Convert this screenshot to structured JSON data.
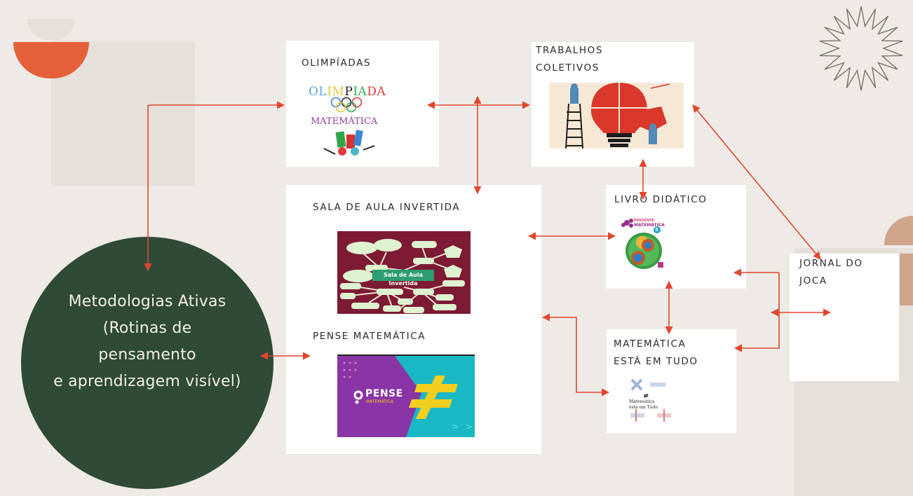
{
  "diagram": {
    "central_node": {
      "label": "Metodologias Ativas\n(Rotinas de\npensamento\ne aprendizagem visível)",
      "color": "#2f4a36"
    },
    "nodes": [
      {
        "id": "olimpiadas",
        "title": "OLIMPÍADAS",
        "image": {
          "line1": "OLIMPIADA",
          "line2": "MATEMÁTICA",
          "icon": "olympic-rings"
        }
      },
      {
        "id": "trabalhos_coletivos",
        "title": "TRABALHOS\nCOLETIVOS",
        "image": {
          "icon": "puzzle-lightbulb"
        }
      },
      {
        "id": "sala_aula_invertida",
        "title": "SALA DE AULA INVERTIDA",
        "image": {
          "center_label": "Sala de Aula Invertida",
          "icon": "mind-map"
        }
      },
      {
        "id": "pense_matematica",
        "title": "PENSE MATEMÁTICA",
        "image": {
          "brand": "PENSE",
          "sub": "MATEMÁTICA",
          "symbol": "≠",
          "nav": "> >"
        }
      },
      {
        "id": "livro_didatico",
        "title": "LIVRO DIDÁTICO",
        "image": {
          "brand": "PRESENTE",
          "sub": "MATEMÁTICA",
          "volume": "5"
        }
      },
      {
        "id": "matematica_esta_em_tudo",
        "title": "MATEMÁTICA\nESTÁ EM TUDO",
        "image": {
          "caption": "Matemática\nestá em Tudo",
          "symbol": "≠"
        }
      },
      {
        "id": "jornal_do_joca",
        "title": "JORNAL DO\nJOCA"
      }
    ],
    "connections": [
      {
        "from": "metodologias_ativas",
        "to": "olimpiadas",
        "type": "elbow"
      },
      {
        "from": "olimpiadas",
        "to": "trabalhos_coletivos",
        "type": "bidirectional"
      },
      {
        "from": "olimpiadas",
        "to": "sala_aula_invertida",
        "type": "bidirectional"
      },
      {
        "from": "trabalhos_coletivos",
        "to": "livro_didatico",
        "type": "bidirectional"
      },
      {
        "from": "trabalhos_coletivos",
        "to": "jornal_do_joca",
        "type": "bidirectional"
      },
      {
        "from": "sala_aula_invertida",
        "to": "livro_didatico",
        "type": "bidirectional"
      },
      {
        "from": "pense_matematica",
        "to": "matematica_esta_em_tudo",
        "type": "elbow-bidirectional"
      },
      {
        "from": "livro_didatico",
        "to": "matematica_esta_em_tudo",
        "type": "bidirectional"
      },
      {
        "from": "jornal_do_joca",
        "to": "livro_didatico",
        "type": "branch"
      },
      {
        "from": "jornal_do_joca",
        "to": "matematica_esta_em_tudo",
        "type": "branch"
      },
      {
        "from": "metodologias_ativas",
        "to": "pense_matematica",
        "type": "bidirectional"
      }
    ],
    "colors": {
      "background": "#eeeae6",
      "arrow": "#e0472f",
      "accent_orange": "#e3603a",
      "accent_tan": "#cfa58b",
      "circle": "#2f4a36"
    }
  }
}
